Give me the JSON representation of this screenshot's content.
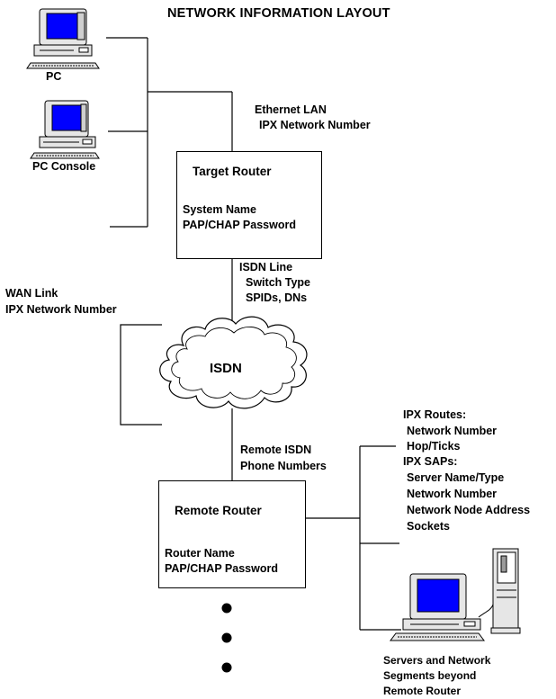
{
  "title": "NETWORK INFORMATION LAYOUT",
  "pc_label": "PC",
  "pc_console_label": "PC Console",
  "ethernet": {
    "line1": "Ethernet LAN",
    "line2": "IPX Network Number"
  },
  "target_router": {
    "title": "Target Router",
    "line1": "System Name",
    "line2": "PAP/CHAP Password"
  },
  "isdn_line": {
    "line1": "ISDN Line",
    "line2": "Switch Type",
    "line3": "SPIDs, DNs"
  },
  "wan_link": {
    "line1": "WAN Link",
    "line2": "IPX Network Number"
  },
  "cloud_label": "ISDN",
  "remote_isdn": {
    "line1": "Remote ISDN",
    "line2": "Phone Numbers"
  },
  "remote_router": {
    "title": "Remote Router",
    "line1": "Router Name",
    "line2": "PAP/CHAP Password"
  },
  "ipx_info": {
    "line1": "IPX Routes:",
    "line2": "Network Number",
    "line3": "Hop/Ticks",
    "line4": "IPX SAPs:",
    "line5": "Server Name/Type",
    "line6": "Network Number",
    "line7": "Network Node Address",
    "line8": "Sockets"
  },
  "servers_caption": {
    "line1": "Servers and Network",
    "line2": "Segments beyond",
    "line3": "Remote Router"
  },
  "icons": [
    "pc-icon",
    "pc-console-icon",
    "isdn-cloud-icon",
    "server-workstation-icon",
    "continuation-dot-icon"
  ]
}
